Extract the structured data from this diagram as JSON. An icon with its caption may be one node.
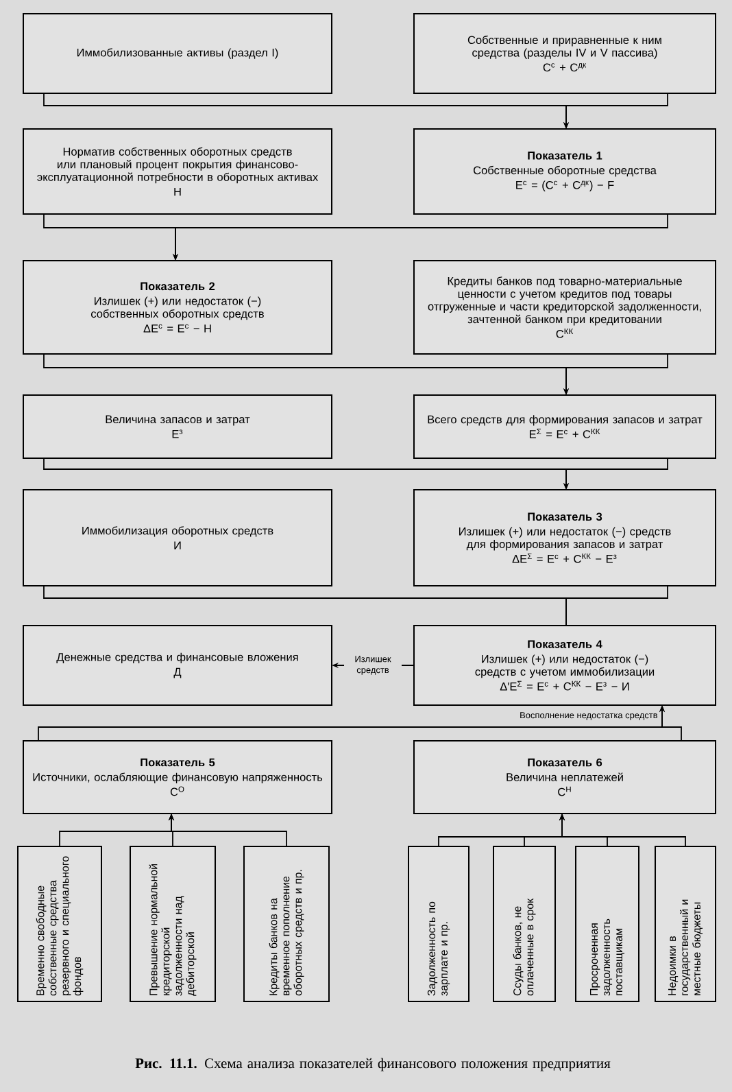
{
  "diagram": {
    "caption": "**Рис. 11.1.** Схема анализа показателей финансового положения предприятия",
    "nodes": [
      {
        "text": [
          "Иммобилизованные активы (раздел I)"
        ]
      },
      {
        "text": [
          "Собственные и приравненные к ним средства (разделы IV и V пассива)",
          "C$^{с}$ + C$^{дк}$"
        ]
      },
      {
        "text": [
          "Норматив собственных оборотных средств или плановый процент покрытия финансово-эксплуатационной потребности в оборотных активах",
          "H"
        ]
      },
      {
        "text": [
          "Показатель 1",
          "Собственные оборотные средства",
          "E$^{с}$ = (C$^{с}$ + C$^{дк}$) − F"
        ]
      },
      {
        "text": [
          "Показатель 2",
          "Излишек (+) или недостаток (−) собственных оборотных средств",
          "ΔE$^{с}$ = E$^{с}$ − H"
        ]
      },
      {
        "text": [
          "Кредиты банков под товарно-материальные ценности с учетом кредитов под товары отгруженные и части кредиторской задолженности, зачтенной банком при кредитовании",
          "C$^{КК}$"
        ]
      },
      {
        "text": [
          "Величина запасов и затрат",
          "E$^{з}$"
        ]
      },
      {
        "text": [
          "Всего средств для формирования запасов и затрат",
          "E$^{Σ}$ = E$^{с}$ + C$^{КК}$"
        ]
      },
      {
        "text": [
          "Иммобилизация оборотных средств",
          "И"
        ]
      },
      {
        "text": [
          "Показатель 3",
          "Излишек (+) или недостаток (−) средств для формирования запасов и затрат",
          "ΔE$^{Σ}$ = E$^{с}$ + C$^{КК}$ − E$^{з}$"
        ]
      },
      {
        "text": [
          "Денежные средства и финансовые вложения",
          "Д"
        ]
      },
      {
        "text": [
          "Показатель 4",
          "Излишек (+) или недостаток (−) средств с учетом иммобилизации",
          "Δ′E$^{Σ}$ = E$^{с}$ + C$^{КК}$ − E$^{з}$ − И"
        ]
      },
      {
        "text": [
          "Показатель 5",
          "Источники, ослабляющие финансовую напряженность",
          "C$^{О}$"
        ]
      },
      {
        "text": [
          "Показатель 6",
          "Величина неплатежей",
          "C$^{Н}$"
        ]
      },
      {
        "text": [
          "Временно свободные собственные средства резервного и специального фондов"
        ]
      },
      {
        "text": [
          "Превышение нормальной кредиторской задолженности над дебиторской"
        ]
      },
      {
        "text": [
          "Кредиты банков на временное пополнение оборотных средств и пр."
        ]
      },
      {
        "text": [
          "Задолженность по зарплате и пр."
        ]
      },
      {
        "text": [
          "Ссуды банков, не оплаченные в срок"
        ]
      },
      {
        "text": [
          "Просроченная задолженность поставщикам"
        ]
      },
      {
        "text": [
          "Недоимки в государственный и местные бюджеты"
        ]
      }
    ],
    "edges": [
      {
        "from": 0,
        "to": 3,
        "arrow": "to"
      },
      {
        "from": 1,
        "to": 3,
        "arrow": "to"
      },
      {
        "from": 2,
        "to": 4,
        "arrow": "to"
      },
      {
        "from": 3,
        "to": 4,
        "arrow": "to"
      },
      {
        "from": 4,
        "to": 7,
        "arrow": "to"
      },
      {
        "from": 5,
        "to": 7,
        "arrow": "to"
      },
      {
        "from": 6,
        "to": 9,
        "arrow": "to"
      },
      {
        "from": 7,
        "to": 9,
        "arrow": "to"
      },
      {
        "from": 8,
        "to": 11,
        "arrow": "none"
      },
      {
        "from": 9,
        "to": 11,
        "arrow": "none"
      },
      {
        "from": 11,
        "to": 10,
        "arrow": "to",
        "label": "Излишек средств"
      },
      {
        "from": 12,
        "to": 11,
        "arrow": "to"
      },
      {
        "from": 13,
        "to": 11,
        "arrow": "to",
        "label": "Восполнение недостатка средств"
      },
      {
        "from": 14,
        "to": 12,
        "arrow": "to"
      },
      {
        "from": 15,
        "to": 12,
        "arrow": "to"
      },
      {
        "from": 16,
        "to": 12,
        "arrow": "to"
      },
      {
        "from": 17,
        "to": 13,
        "arrow": "to"
      },
      {
        "from": 18,
        "to": 13,
        "arrow": "to"
      },
      {
        "from": 19,
        "to": 13,
        "arrow": "to"
      },
      {
        "from": 20,
        "to": 13,
        "arrow": "to"
      }
    ]
  }
}
